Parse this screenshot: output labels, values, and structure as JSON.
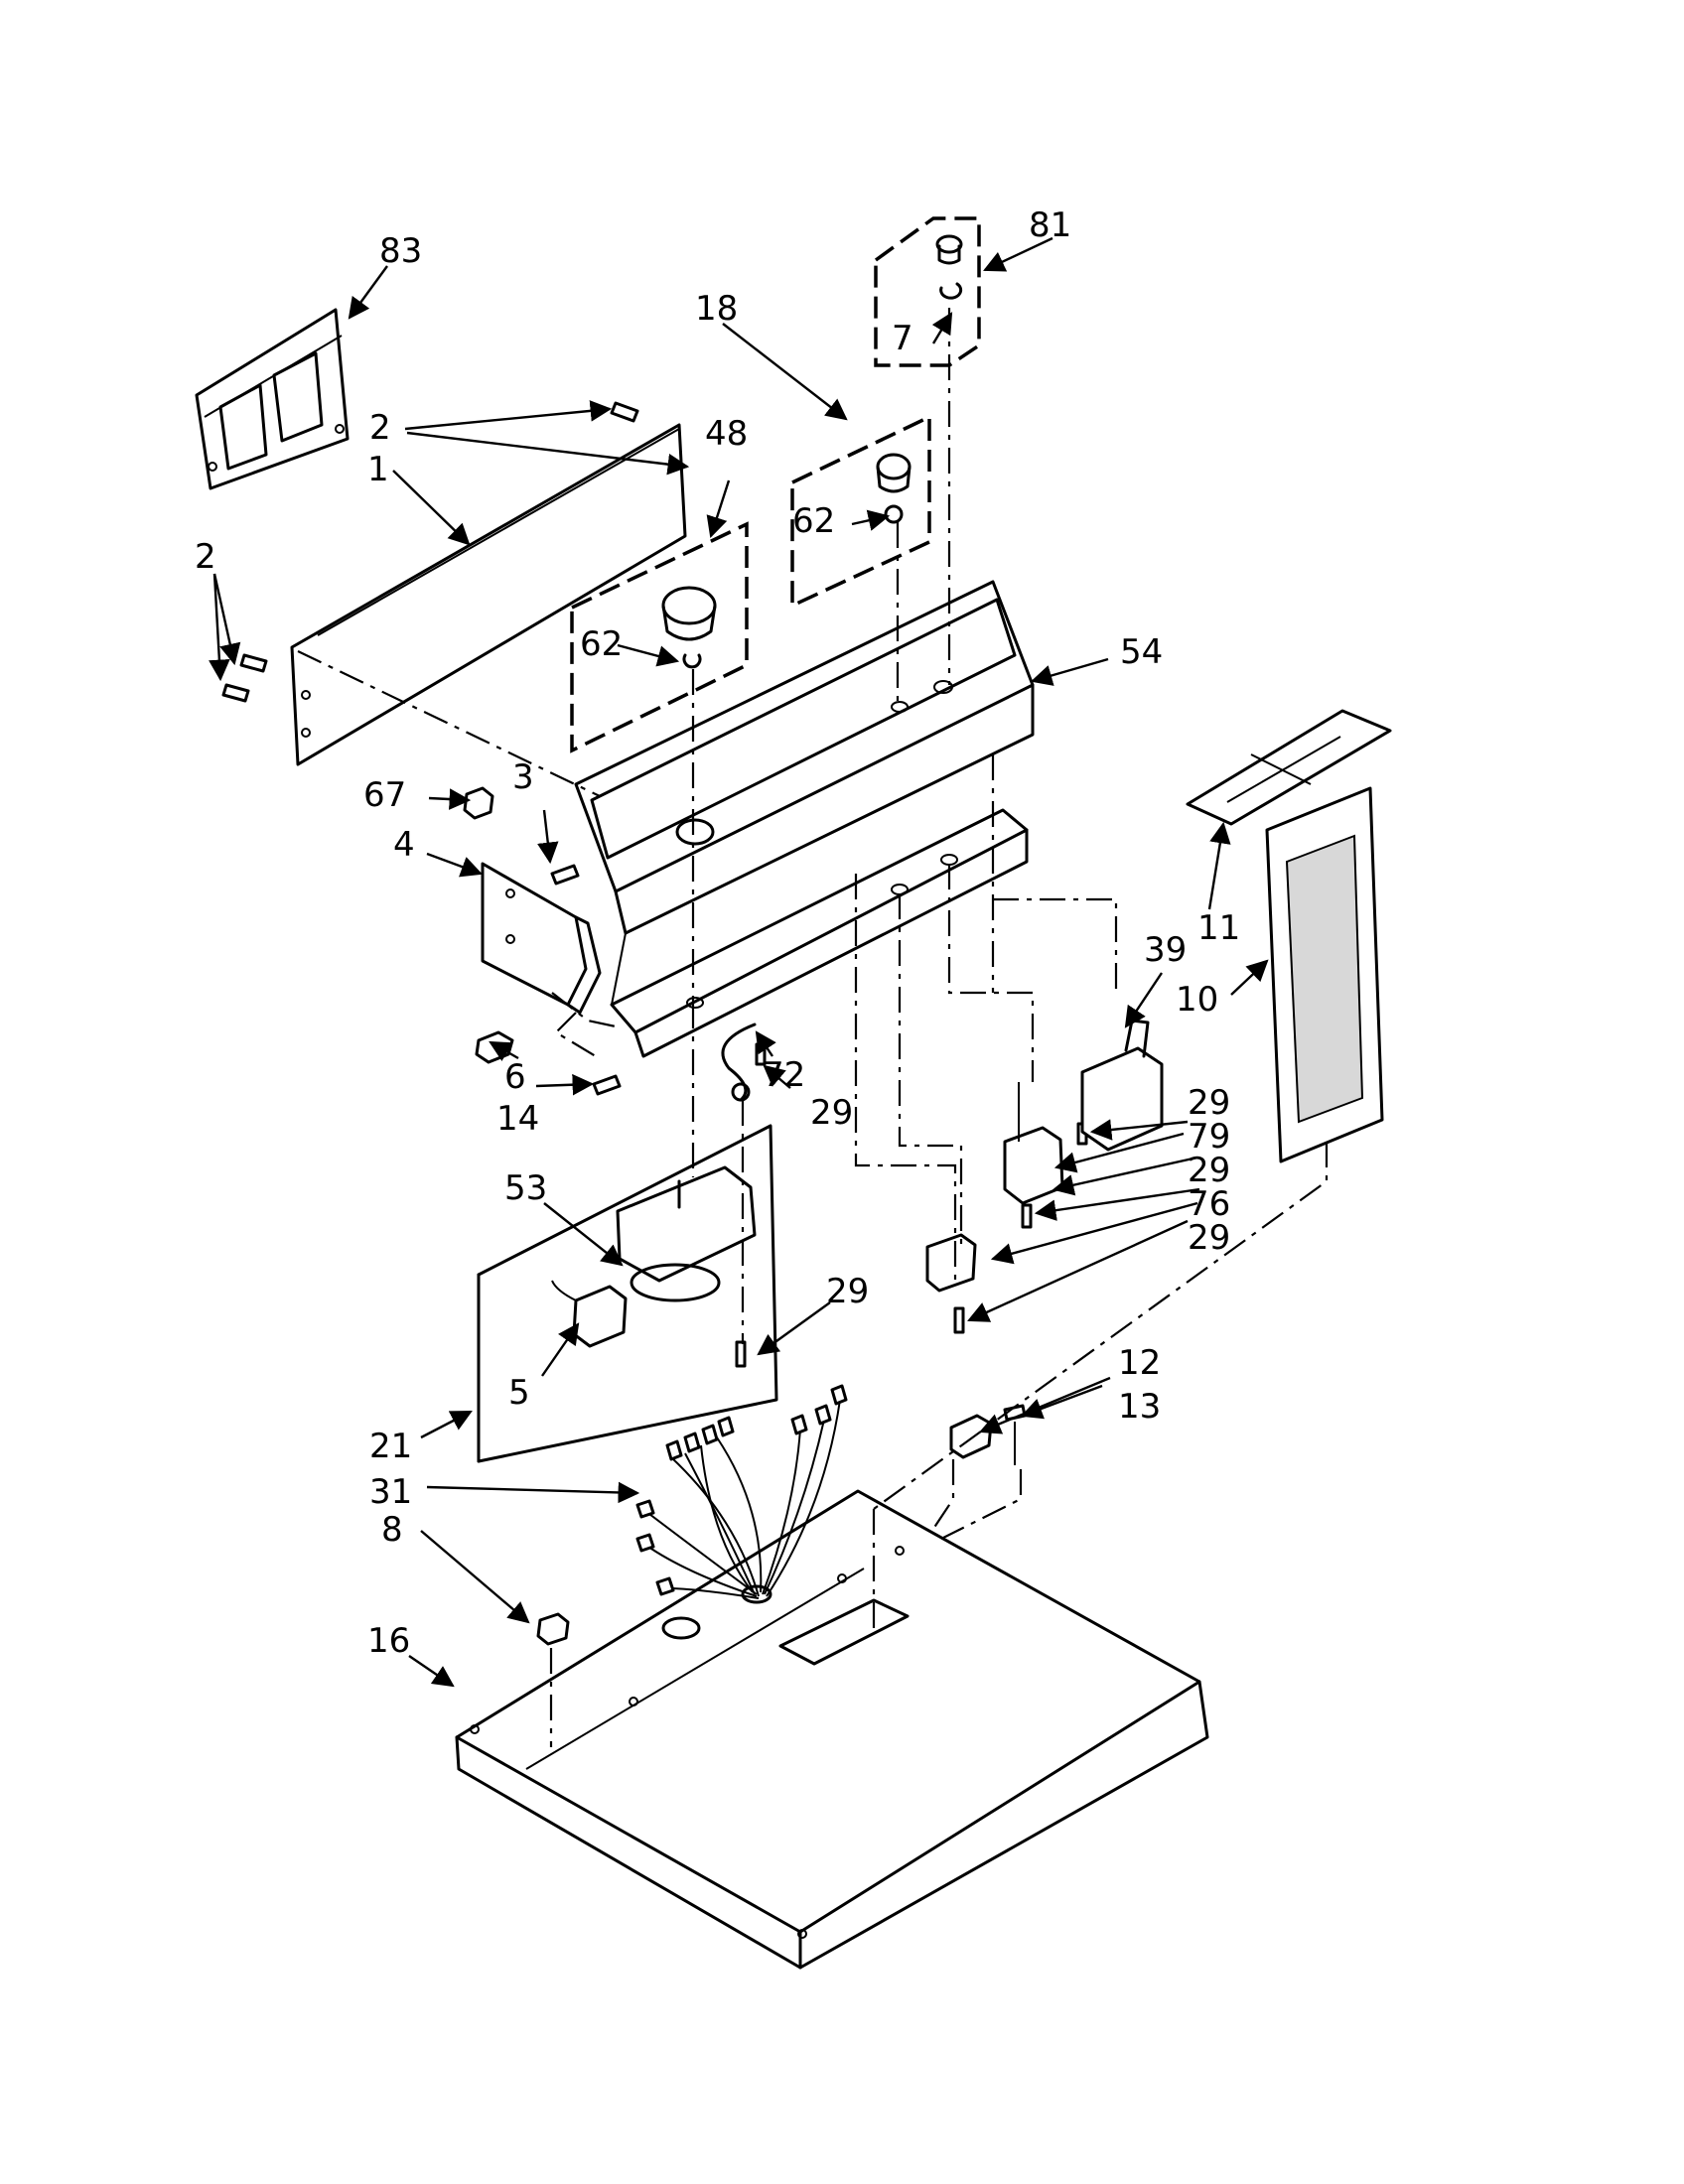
{
  "labels": {
    "l83": "83",
    "l81": "81",
    "l18": "18",
    "l7": "7",
    "l2a": "2",
    "l1": "1",
    "l48": "48",
    "l62a": "62",
    "l62b": "62",
    "l2b": "2",
    "l54": "54",
    "l67": "67",
    "l3": "3",
    "l4": "4",
    "l11": "11",
    "l39": "39",
    "l10": "10",
    "l6": "6",
    "l72": "72",
    "l14": "14",
    "l29a": "29",
    "l29b": "29",
    "l79": "79",
    "l29c": "29",
    "l76": "76",
    "l29d": "29",
    "l53": "53",
    "l29e": "29",
    "l12": "12",
    "l13": "13",
    "l5": "5",
    "l21": "21",
    "l31": "31",
    "l8": "8",
    "l16": "16"
  }
}
